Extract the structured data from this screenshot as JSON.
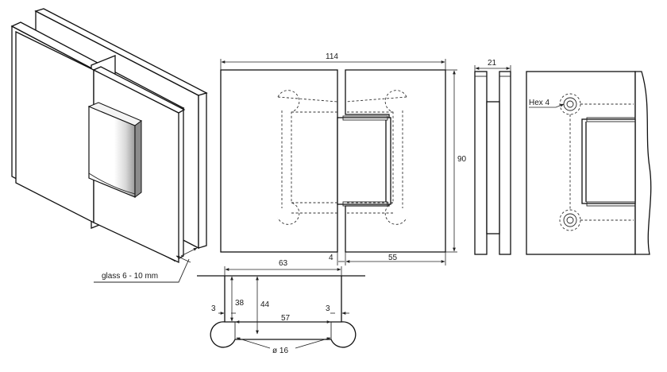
{
  "labels": {
    "width_total": "114",
    "height_total": "90",
    "thickness": "21",
    "left_plate": "63",
    "gap": "4",
    "right_plate": "55",
    "hex": "Hex 4",
    "glass": "glass 6 - 10 mm",
    "cutout_height_inner": "38",
    "cutout_height_outer": "44",
    "cutout_width": "57",
    "offset_left": "3",
    "offset_right": "3",
    "diameter": "ø 16"
  }
}
